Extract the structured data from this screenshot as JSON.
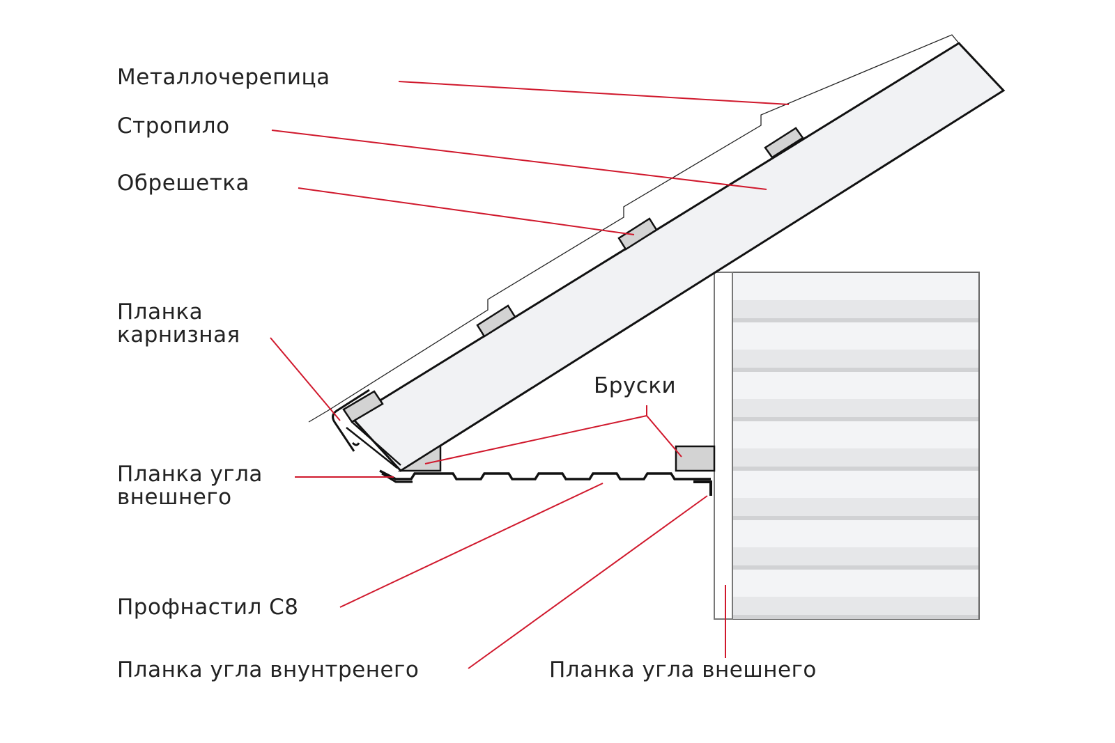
{
  "labels": {
    "metal_tile": "Металлочерепица",
    "rafter": "Стропило",
    "batten": "Обрешетка",
    "eave_strip": "Планка\nкарнизная",
    "outer_corner_left": "Планка угла\nвнешнего",
    "profiled_sheet": "Профнастил С8",
    "inner_corner": "Планка угла внунтренего",
    "bars": "Бруски",
    "outer_corner_right": "Планка угла внешнего"
  },
  "colors": {
    "leader": "#d0182c",
    "outline": "#111111",
    "fill_light": "#f1f2f4",
    "fill_gray": "#d3d3d3"
  }
}
